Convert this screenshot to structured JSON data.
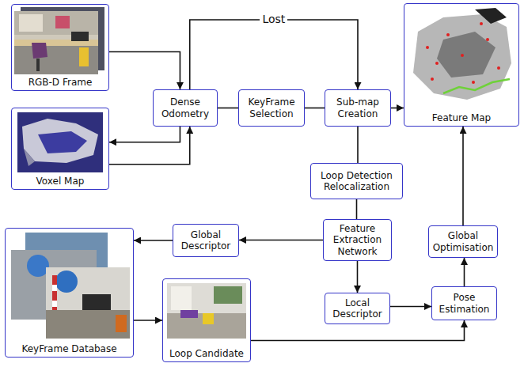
{
  "diagram": {
    "nodes": [
      {
        "text": [
          "RGB-D Frame"
        ]
      },
      {
        "text": [
          "Dense Odometry"
        ]
      },
      {
        "text": [
          "KeyFrame Selection"
        ]
      },
      {
        "text": [
          "Sub-map Creation"
        ]
      },
      {
        "text": [
          "Feature Map"
        ]
      },
      {
        "text": [
          "Voxel Map"
        ]
      },
      {
        "text": [
          "Loop Detection Relocalization"
        ]
      },
      {
        "text": [
          "Global Descriptor"
        ]
      },
      {
        "text": [
          "Feature Extraction Network"
        ]
      },
      {
        "text": [
          "Global Optimisation"
        ]
      },
      {
        "text": [
          "KeyFrame Database"
        ]
      },
      {
        "text": [
          "Local Descriptor"
        ]
      },
      {
        "text": [
          "Pose Estimation"
        ]
      },
      {
        "text": [
          "Loop Candidate"
        ]
      }
    ],
    "edges": [
      {
        "from": 0,
        "to": 1,
        "arrow": "to"
      },
      {
        "from": 1,
        "to": 5,
        "arrow": "to"
      },
      {
        "from": 5,
        "to": 1,
        "arrow": "to"
      },
      {
        "from": 1,
        "to": 2,
        "arrow": "none"
      },
      {
        "from": 2,
        "to": 3,
        "arrow": "none"
      },
      {
        "from": 1,
        "to": 3,
        "label": "Lost",
        "arrow": "to"
      },
      {
        "from": 3,
        "to": 4,
        "arrow": "to"
      },
      {
        "from": 3,
        "to": 6,
        "arrow": "none"
      },
      {
        "from": 6,
        "to": 8,
        "arrow": "none"
      },
      {
        "from": 8,
        "to": 7,
        "arrow": "to"
      },
      {
        "from": 8,
        "to": 11,
        "arrow": "to"
      },
      {
        "from": 11,
        "to": 12,
        "arrow": "to"
      },
      {
        "from": 12,
        "to": 9,
        "arrow": "to"
      },
      {
        "from": 9,
        "to": 4,
        "arrow": "to"
      },
      {
        "from": 7,
        "to": 10,
        "arrow": "to"
      },
      {
        "from": 10,
        "to": 13,
        "arrow": "to"
      },
      {
        "from": 13,
        "to": 12,
        "arrow": "to"
      }
    ]
  }
}
